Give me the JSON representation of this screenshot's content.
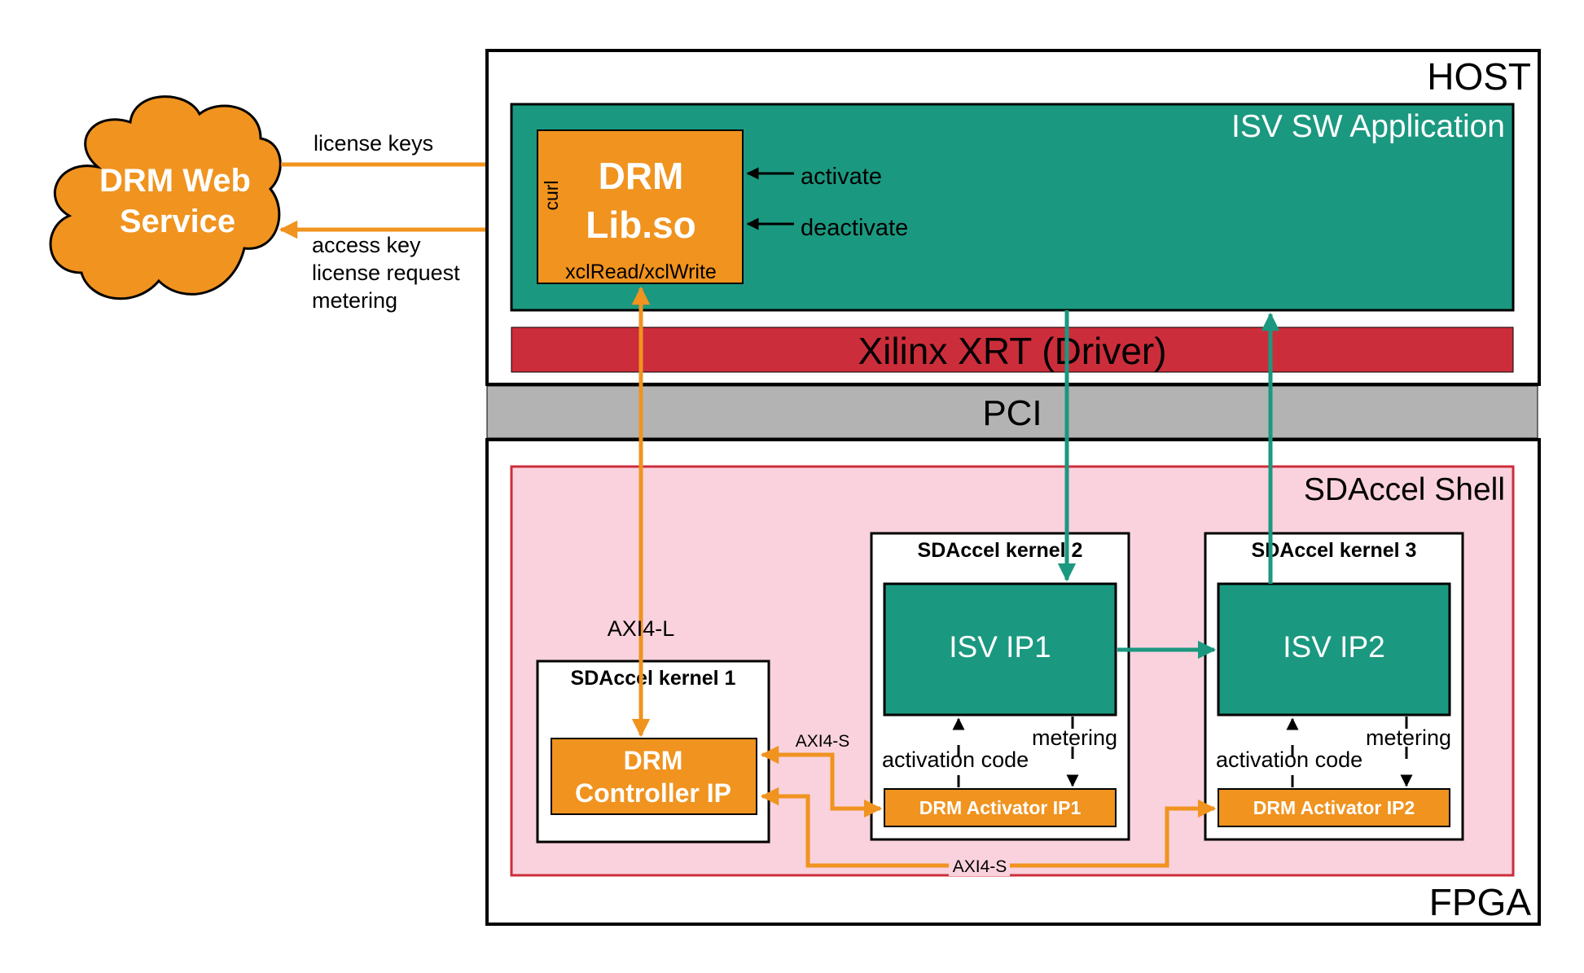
{
  "cloud": {
    "line1": "DRM Web",
    "line2": "Service"
  },
  "web_arrows": {
    "license_keys": "license keys",
    "access_key": "access key",
    "license_request": "license request",
    "metering": "metering"
  },
  "host": {
    "label": "HOST",
    "isv_app_label": "ISV SW Application",
    "drm_lib": {
      "line1": "DRM",
      "line2": "Lib.so",
      "curl": "curl",
      "io": "xclRead/xclWrite"
    },
    "activate": "activate",
    "deactivate": "deactivate",
    "xrt_label": "Xilinx XRT (Driver)"
  },
  "pci_label": "PCI",
  "fpga": {
    "label": "FPGA",
    "shell_label": "SDAccel Shell",
    "axi4l": "AXI4-L",
    "axi4s_1": "AXI4-S",
    "axi4s_2": "AXI4-S",
    "kernel1": {
      "title": "SDAccel kernel 1",
      "drm_ctrl_line1": "DRM",
      "drm_ctrl_line2": "Controller IP"
    },
    "kernel2": {
      "title": "SDAccel kernel 2",
      "ip": "ISV IP1",
      "activator": "DRM Activator IP1",
      "activation_code": "activation code",
      "metering": "metering"
    },
    "kernel3": {
      "title": "SDAccel kernel 3",
      "ip": "ISV IP2",
      "activator": "DRM Activator IP2",
      "activation_code": "activation code",
      "metering": "metering"
    }
  },
  "colors": {
    "orange": "#f0931f",
    "teal": "#1b9880",
    "red": "#cc2d3a",
    "pink": "#f9d2dd",
    "gray": "#b3b3b3"
  }
}
